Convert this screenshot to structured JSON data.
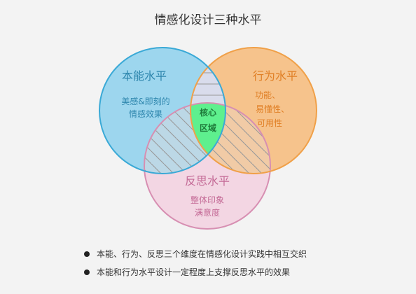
{
  "title": "情感化设计三种水平",
  "colors": {
    "visceral_fill": "#9dd6ee",
    "visceral_stroke": "#3aa9d6",
    "visceral_text": "#2e86ad",
    "behavioral_fill": "#f6c38c",
    "behavioral_stroke": "#f0a048",
    "behavioral_text": "#e07f25",
    "reflective_fill": "#f3d6e3",
    "reflective_stroke": "#d78fb2",
    "reflective_text": "#c46a96",
    "core_fill": "#5ef08e",
    "core_text": "#1e7a3a",
    "hatch_line": "#999999"
  },
  "circles": {
    "visceral": {
      "title": "本能水平",
      "desc_lines": [
        "美感&即刻的",
        "情感效果"
      ]
    },
    "behavioral": {
      "title": "行为水平",
      "desc_lines": [
        "功能、",
        "易懂性、",
        "可用性"
      ]
    },
    "reflective": {
      "title": "反思水平",
      "desc_lines": [
        "整体印象",
        "满意度"
      ]
    }
  },
  "core": {
    "lines": [
      "核心",
      "区域"
    ]
  },
  "bullets": [
    "本能、行为、反思三个维度在情感化设计实践中相互交织",
    "本能和行为水平设计一定程度上支撑反思水平的效果"
  ]
}
